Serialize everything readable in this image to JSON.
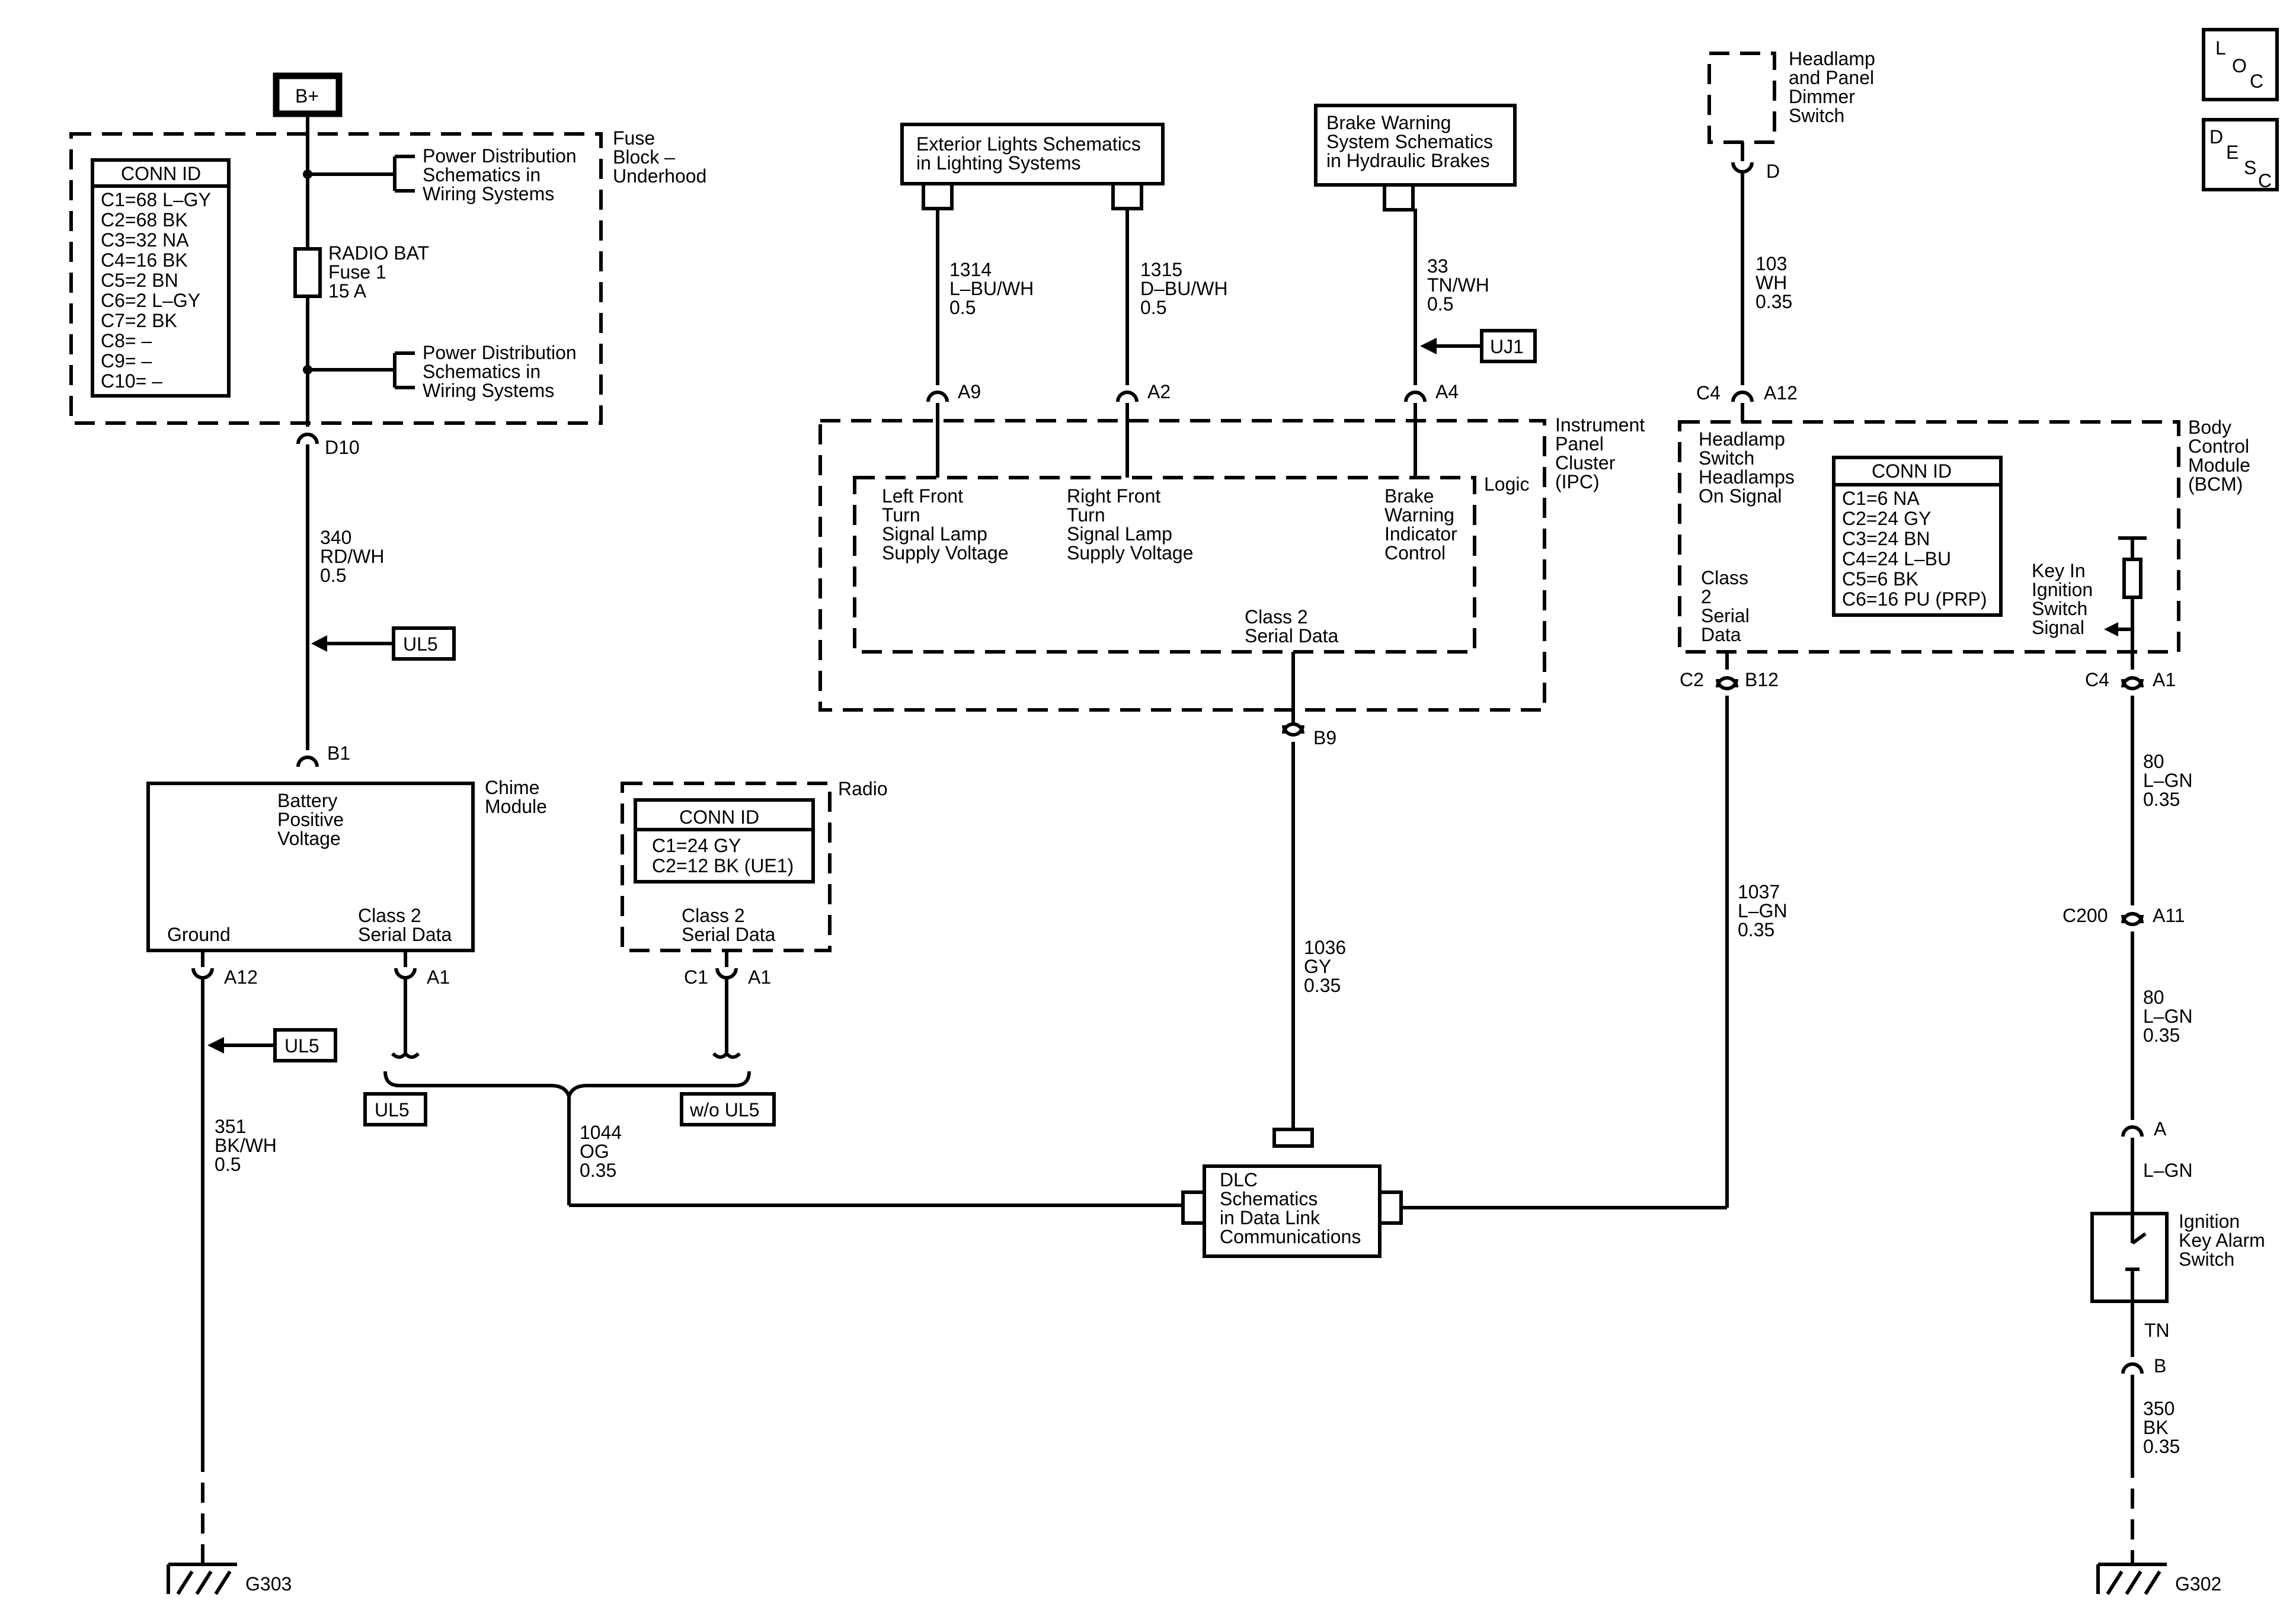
{
  "power": {
    "bplus": "B+"
  },
  "corner": {
    "loc": [
      "L",
      "O",
      "C"
    ],
    "desc": [
      "D",
      "E",
      "S",
      "C"
    ]
  },
  "fuse_block": {
    "title": [
      "Fuse",
      "Block –",
      "Underhood"
    ],
    "conn_title": "CONN ID",
    "conn": [
      "C1=68 L–GY",
      "C2=68 BK",
      "C3=32 NA",
      "C4=16 BK",
      "C5=2 BN",
      "C6=2 L–GY",
      "C7=2 BK",
      "C8= –",
      "C9= –",
      "C10= –"
    ],
    "pd1": [
      "Power Distribution",
      "Schematics in",
      "Wiring Systems"
    ],
    "pd2": [
      "Power Distribution",
      "Schematics in",
      "Wiring Systems"
    ],
    "fuse": [
      "RADIO BAT",
      "Fuse 1",
      "15 A"
    ],
    "d10": "D10"
  },
  "wire_340": [
    "340",
    "RD/WH",
    "0.5"
  ],
  "ul5": "UL5",
  "wo_ul5": "w/o UL5",
  "uj1": "UJ1",
  "chime": {
    "title": [
      "Chime",
      "Module"
    ],
    "bat": [
      "Battery",
      "Positive",
      "Voltage"
    ],
    "ground": "Ground",
    "class2": [
      "Class 2",
      "Serial Data"
    ],
    "b1": "B1",
    "a12": "A12",
    "a1": "A1"
  },
  "wire_351": [
    "351",
    "BK/WH",
    "0.5"
  ],
  "g303": "G303",
  "radio": {
    "title": "Radio",
    "conn_title": "CONN ID",
    "conn": [
      "C1=24 GY",
      "C2=12 BK (UE1)"
    ],
    "class2": [
      "Class 2",
      "Serial Data"
    ],
    "c1": "C1",
    "a1": "A1"
  },
  "wire_1044": [
    "1044",
    "OG",
    "0.35"
  ],
  "ext_lights": [
    "Exterior Lights Schematics",
    "in Lighting Systems"
  ],
  "brake_warn": [
    "Brake Warning",
    "System Schematics",
    "in Hydraulic Brakes"
  ],
  "wire_1314": [
    "1314",
    "L–BU/WH",
    "0.5"
  ],
  "wire_1315": [
    "1315",
    "D–BU/WH",
    "0.5"
  ],
  "wire_33": [
    "33",
    "TN/WH",
    "0.5"
  ],
  "ipc": {
    "title": [
      "Instrument",
      "Panel",
      "Cluster",
      "(IPC)"
    ],
    "logic": "Logic",
    "a9": "A9",
    "a2": "A2",
    "a4": "A4",
    "b9": "B9",
    "lf": [
      "Left Front",
      "Turn",
      "Signal Lamp",
      "Supply Voltage"
    ],
    "rf": [
      "Right Front",
      "Turn",
      "Signal Lamp",
      "Supply Voltage"
    ],
    "brake": [
      "Brake",
      "Warning",
      "Indicator",
      "Control"
    ],
    "class2": [
      "Class 2",
      "Serial Data"
    ]
  },
  "wire_1036": [
    "1036",
    "GY",
    "0.35"
  ],
  "dlc": [
    "DLC",
    "Schematics",
    "in Data Link",
    "Communications"
  ],
  "dimmer": {
    "label": [
      "Headlamp",
      "and Panel",
      "Dimmer",
      "Switch"
    ],
    "d": "D"
  },
  "wire_103": [
    "103",
    "WH",
    "0.35"
  ],
  "bcm": {
    "title": [
      "Body",
      "Control",
      "Module",
      "(BCM)"
    ],
    "c4_top": "C4",
    "a12": "A12",
    "headlamp": [
      "Headlamp",
      "Switch",
      "Headlamps",
      "On Signal"
    ],
    "class2": [
      "Class",
      "2",
      "Serial",
      "Data"
    ],
    "conn_title": "CONN ID",
    "conn": [
      "C1=6 NA",
      "C2=24 GY",
      "C3=24 BN",
      "C4=24 L–BU",
      "C5=6 BK",
      "C6=16 PU (PRP)"
    ],
    "keyin": [
      "Key In",
      "Ignition",
      "Switch",
      "Signal"
    ],
    "c2": "C2",
    "b12": "B12",
    "c4": "C4",
    "a1": "A1"
  },
  "wire_1037": [
    "1037",
    "L–GN",
    "0.35"
  ],
  "wire_80a": [
    "80",
    "L–GN",
    "0.35"
  ],
  "c200": {
    "c200": "C200",
    "a11": "A11"
  },
  "wire_80b": [
    "80",
    "L–GN",
    "0.35"
  ],
  "ign_switch": {
    "a": "A",
    "lgn": "L–GN",
    "label": [
      "Ignition",
      "Key Alarm",
      "Switch"
    ],
    "tn": "TN",
    "b": "B"
  },
  "wire_350": [
    "350",
    "BK",
    "0.35"
  ],
  "g302": "G302"
}
